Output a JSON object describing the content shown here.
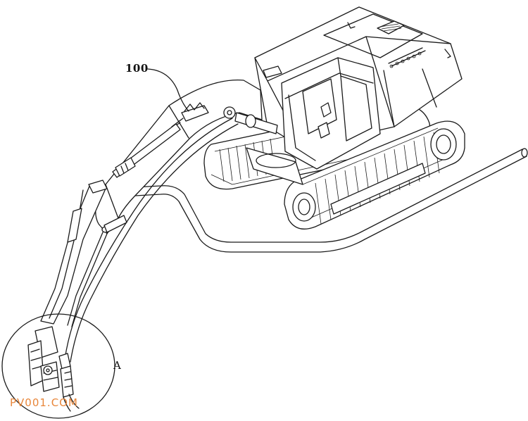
{
  "figure": {
    "reference_numeral": "100",
    "detail_label": "A"
  },
  "watermark": {
    "text": "PV001.COM",
    "color": "#e8863a"
  },
  "colors": {
    "line": "#1a1a1a",
    "background": "#ffffff"
  }
}
